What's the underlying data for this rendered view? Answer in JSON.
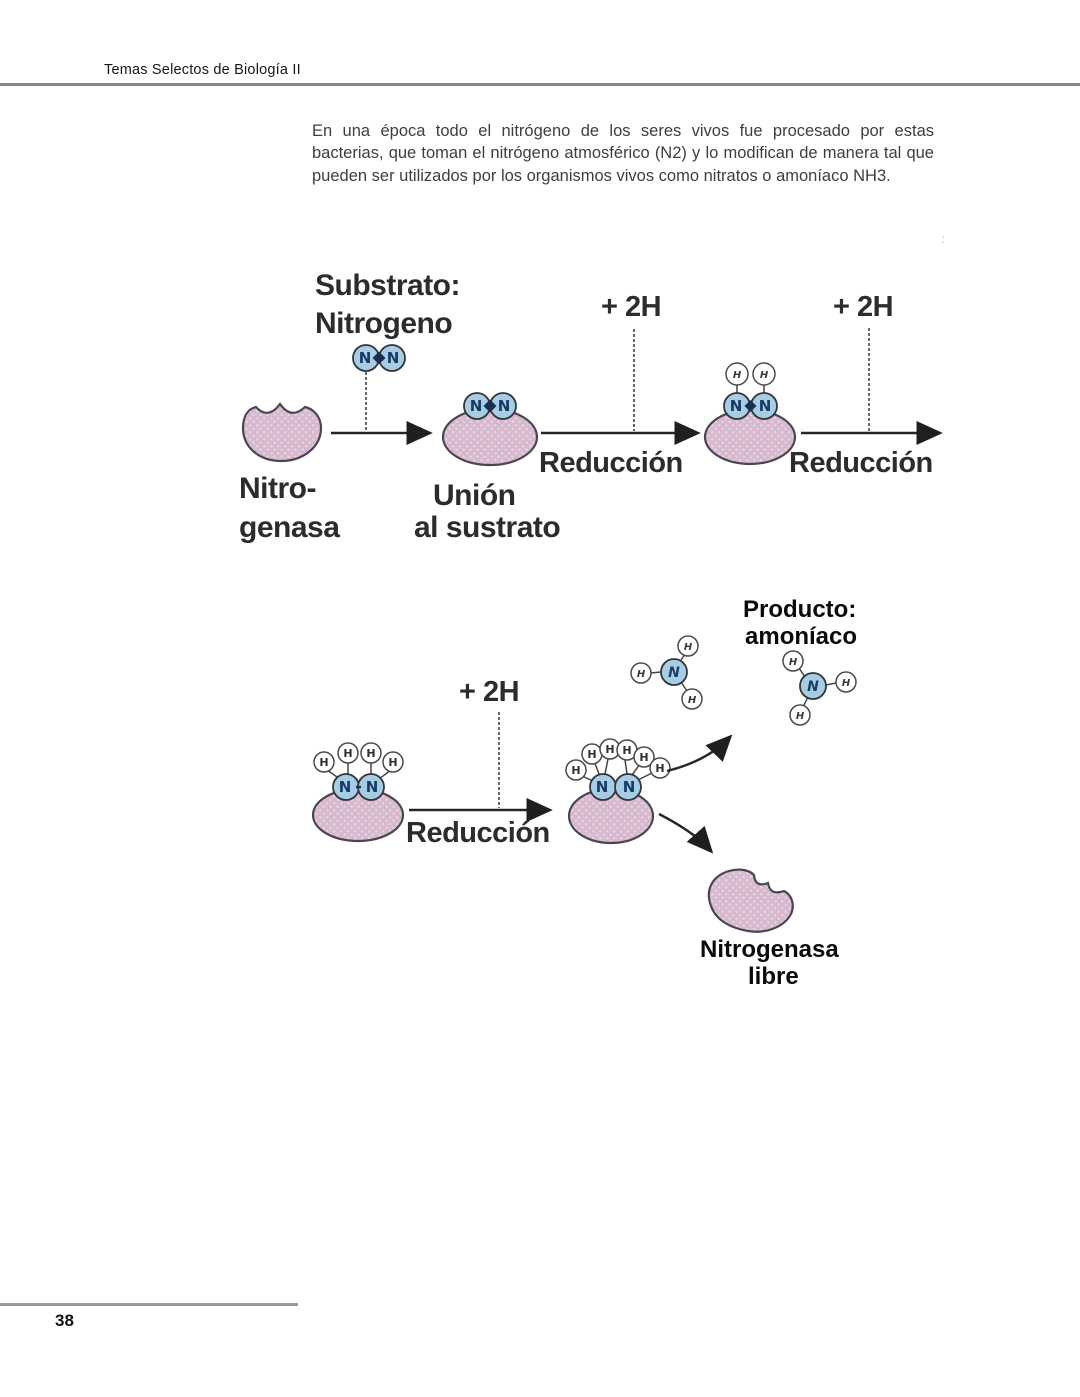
{
  "page": {
    "header_title": "Temas Selectos de Biología II",
    "page_number": "38"
  },
  "paragraph": "En una época todo el nitrógeno de los seres vivos fue procesado por estas bacterias, que toman el nitrógeno atmosférico (N2) y lo modifican de manera tal que pueden ser utilizados por los organismos vivos como nitratos o amoníaco NH3.",
  "diagram": {
    "labels": {
      "substrate_line1": "Substrato:",
      "substrate_line2": "Nitrogeno",
      "enzyme_line1": "Nitro-",
      "enzyme_line2": "genasa",
      "binding_line1": "Unión",
      "binding_line2": "al sustrato",
      "reduction": "Reducción",
      "plus_2h": "+ 2H",
      "product_line1": "Producto:",
      "product_line2": "amoníaco",
      "free_enzyme_line1": "Nitrogenasa",
      "free_enzyme_line2": "libre"
    },
    "atoms": {
      "n": "N",
      "h": "H"
    },
    "colors": {
      "enzyme_fill": "#d6b9cf",
      "enzyme_outline": "#4b4551",
      "nitrogen_fill": "#a7cde4",
      "hydrogen_fill": "#ffffff",
      "atom_outline": "#34343c",
      "arrow": "#262626",
      "label_text": "#2c2c2c"
    },
    "faint_mark": ":"
  }
}
